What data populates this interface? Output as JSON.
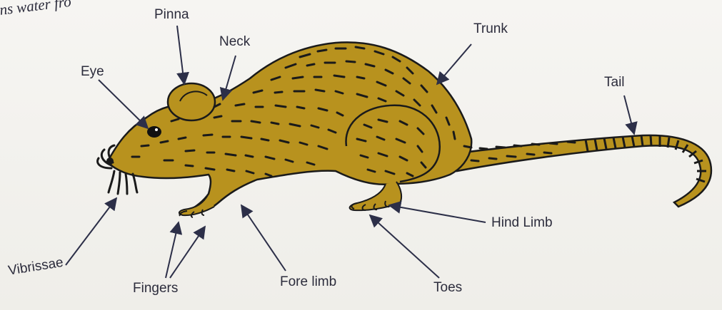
{
  "header_fragment": "ns water fro",
  "labels": {
    "pinna": "Pinna",
    "neck": "Neck",
    "trunk": "Trunk",
    "eye": "Eye",
    "tail": "Tail",
    "vibrissae": "Vibrissae",
    "fingers": "Fingers",
    "fore_limb": "Fore limb",
    "hind_limb": "Hind Limb",
    "toes": "Toes"
  },
  "colors": {
    "body_fill": "#b8921e",
    "outline": "#1a1a1a",
    "label_text": "#2c2c3c",
    "arrow": "#2c2f48"
  }
}
